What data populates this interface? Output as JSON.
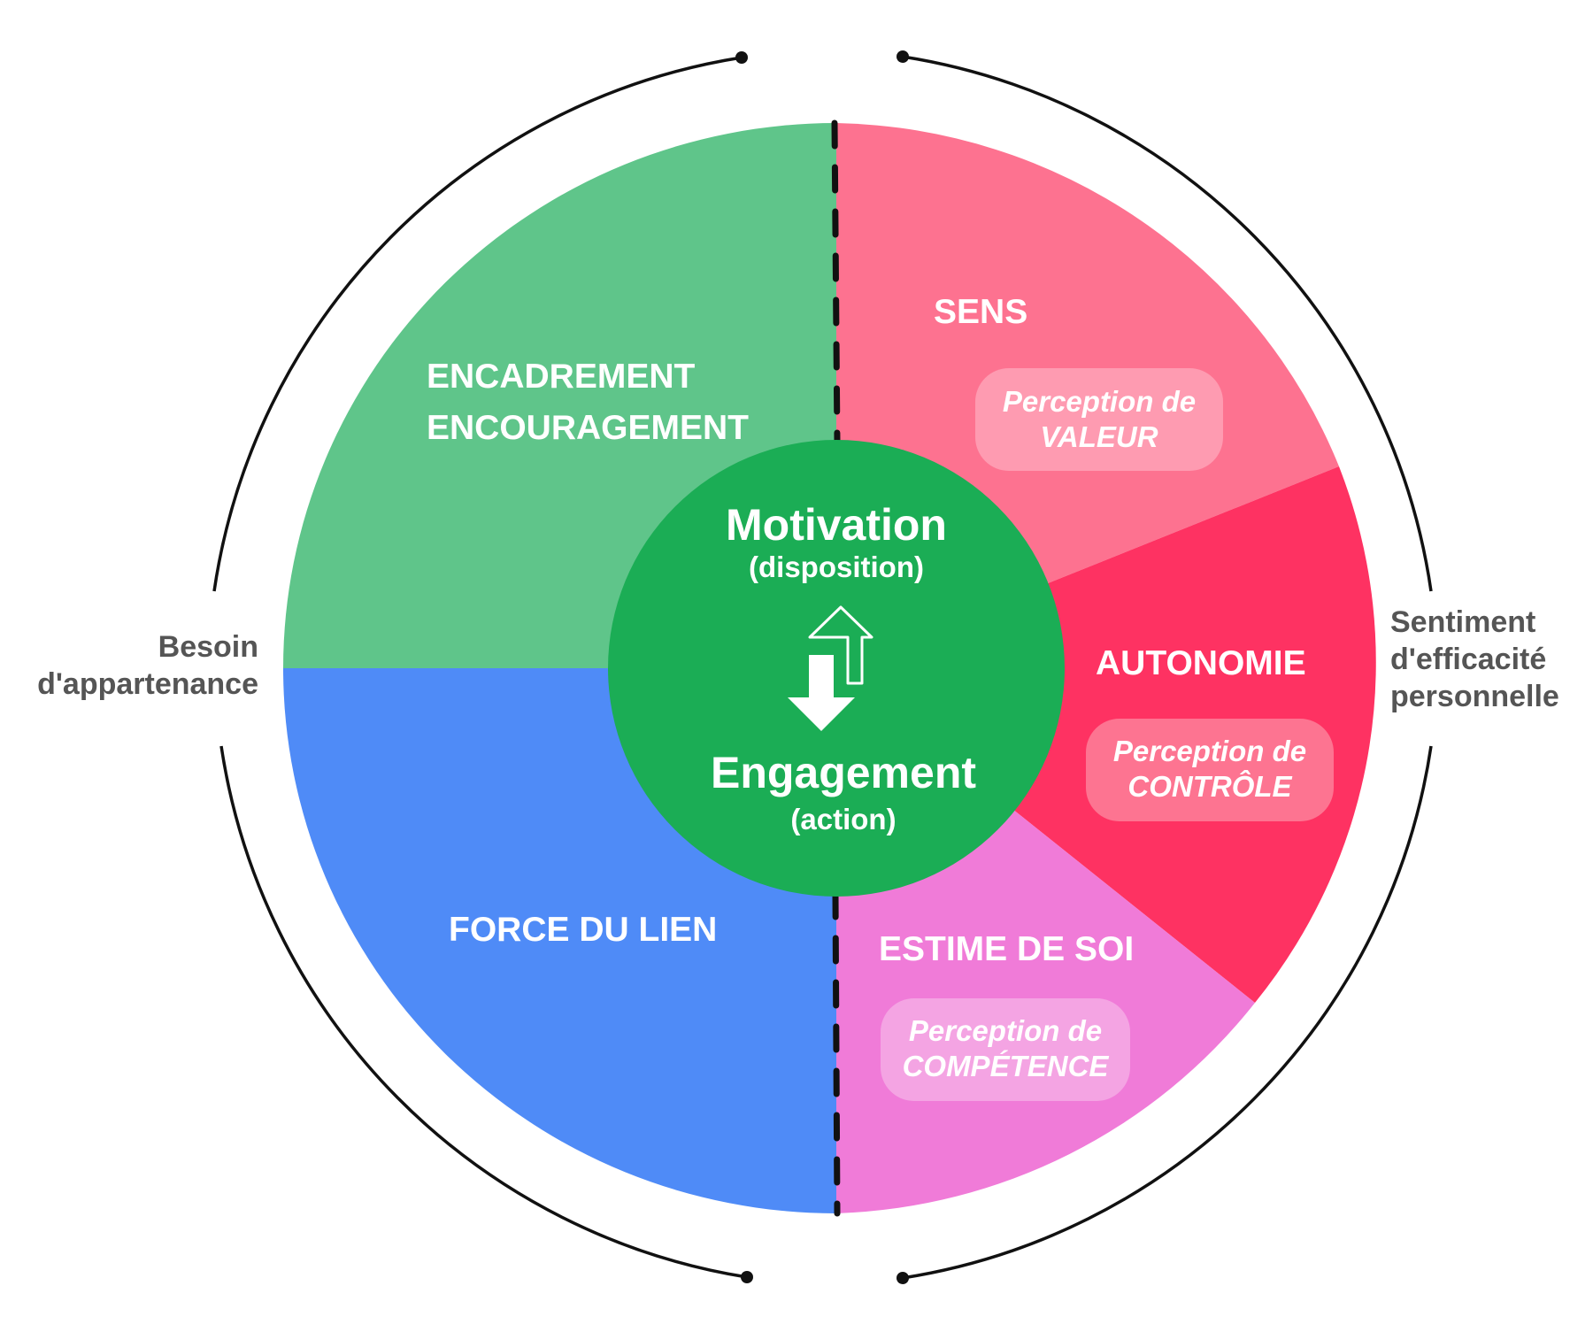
{
  "colors": {
    "encadrement": "#5fc58a",
    "force": "#4f8bf7",
    "sens": "#fd7290",
    "autonomie": "#fe3262",
    "estime": "#f07bd8",
    "center": "#1bad55",
    "pill_sens": "#fe9bb1",
    "pill_autonomie": "#fd7491",
    "pill_estime": "#f4a4e3",
    "bracket": "#111111",
    "side_text": "#555555"
  },
  "segments": {
    "encadrement": {
      "line1": "ENCADREMENT",
      "line2": "ENCOURAGEMENT"
    },
    "force_du_lien": {
      "label": "FORCE DU LIEN"
    },
    "sens": {
      "label": "SENS",
      "pill_line1": "Perception de",
      "pill_line2": "VALEUR"
    },
    "autonomie": {
      "label": "AUTONOMIE",
      "pill_line1": "Perception de",
      "pill_line2": "CONTRÔLE"
    },
    "estime_de_soi": {
      "label": "ESTIME DE SOI",
      "pill_line1": "Perception de",
      "pill_line2": "COMPÉTENCE"
    }
  },
  "center": {
    "title": "Motivation",
    "title_sub": "(disposition)",
    "bottom": "Engagement",
    "bottom_sub": "(action)",
    "arrows": "double-arrow-icon"
  },
  "sides": {
    "left_line1": "Besoin",
    "left_line2": "d'appartenance",
    "right_line1": "Sentiment",
    "right_line2": "d'efficacité",
    "right_line3": "personnelle"
  }
}
